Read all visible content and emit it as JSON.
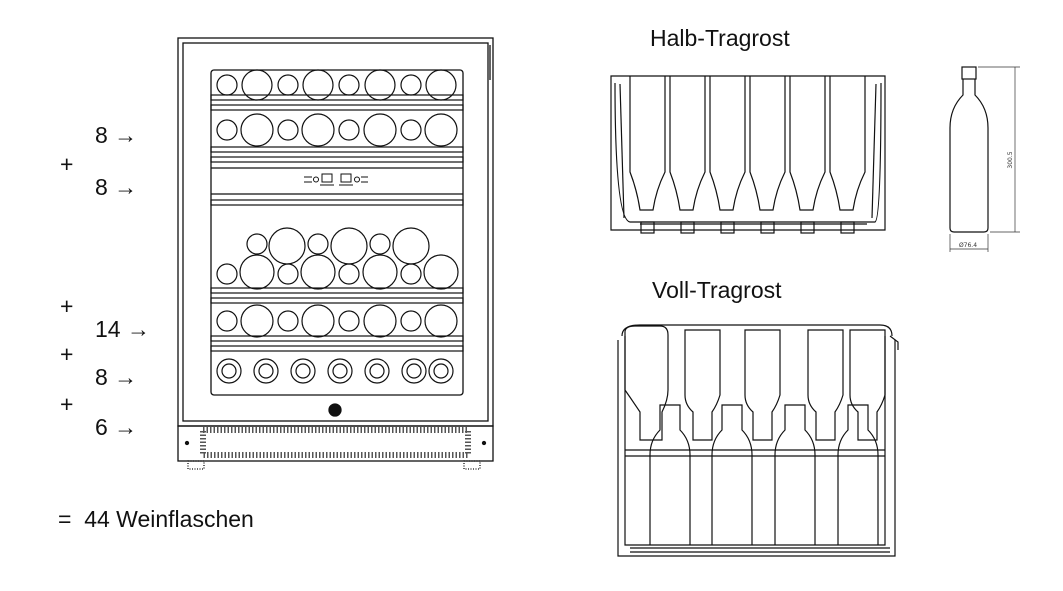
{
  "capacity": {
    "rows": [
      {
        "prefix": "",
        "count": "8 →"
      },
      {
        "prefix": "+",
        "count": "8 →"
      },
      {
        "prefix": "+",
        "count": "14 →"
      },
      {
        "prefix": "+",
        "count": "8 →"
      },
      {
        "prefix": "+",
        "count": "6 →"
      }
    ],
    "total": "=  44 Weinflaschen"
  },
  "shelves": {
    "half_title": "Halb-Tragrost",
    "full_title": "Voll-Tragrost"
  },
  "bottle": {
    "height_label": "300.5",
    "diameter_label": "Ø76.4"
  },
  "colors": {
    "line": "#111111",
    "grille": "#555555"
  }
}
